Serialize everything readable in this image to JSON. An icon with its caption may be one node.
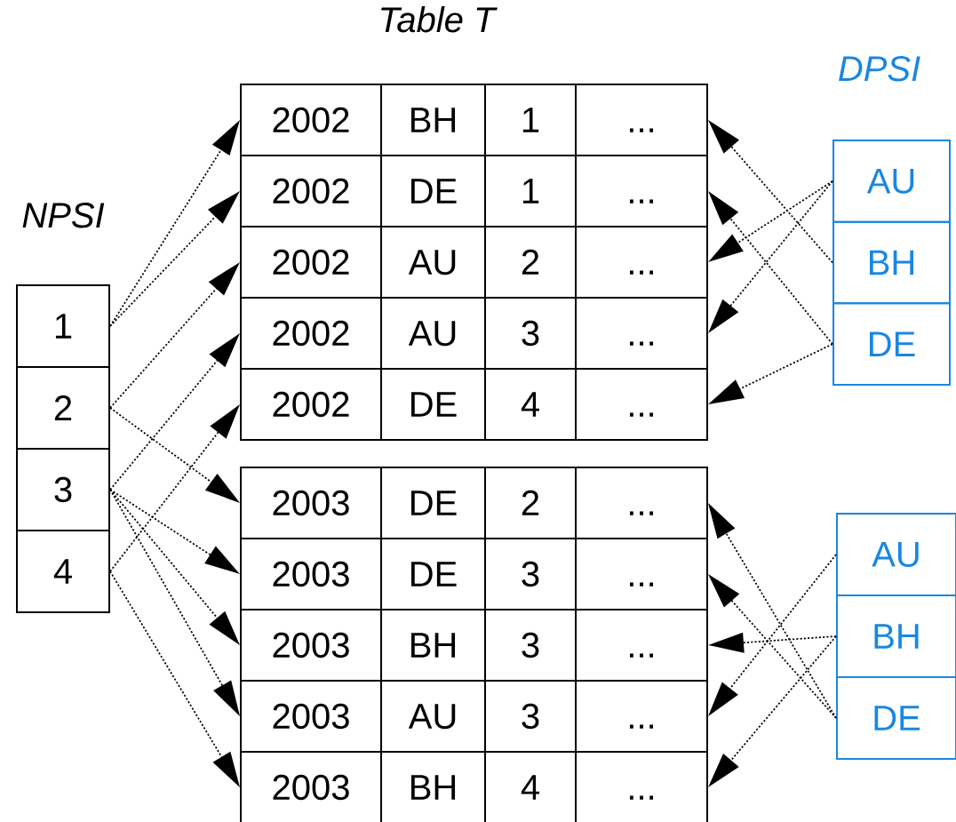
{
  "diagram": {
    "nodes": [
      {
        "text": [
          "NPSI"
        ]
      },
      {
        "text": [
          "1"
        ],
        "in": 0
      },
      {
        "text": [
          "2"
        ],
        "in": 0
      },
      {
        "text": [
          "3"
        ],
        "in": 0
      },
      {
        "text": [
          "4"
        ],
        "in": 0
      },
      {
        "text": [
          "Table T"
        ]
      },
      {
        "text": [
          "2002",
          "BH",
          "1",
          "..."
        ],
        "in": 5
      },
      {
        "text": [
          "2002",
          "DE",
          "1",
          "..."
        ],
        "in": 5
      },
      {
        "text": [
          "2002",
          "AU",
          "2",
          "..."
        ],
        "in": 5
      },
      {
        "text": [
          "2002",
          "AU",
          "3",
          "..."
        ],
        "in": 5
      },
      {
        "text": [
          "2002",
          "DE",
          "4",
          "..."
        ],
        "in": 5
      },
      {
        "text": [
          "2003",
          "DE",
          "2",
          "..."
        ]
      },
      {
        "text": [
          "2003",
          "DE",
          "3",
          "..."
        ]
      },
      {
        "text": [
          "2003",
          "BH",
          "3",
          "..."
        ]
      },
      {
        "text": [
          "2003",
          "AU",
          "3",
          "..."
        ]
      },
      {
        "text": [
          "2003",
          "BH",
          "4",
          "..."
        ]
      },
      {
        "text": [
          "DPSI"
        ]
      },
      {
        "text": [
          "AU"
        ],
        "in": 16
      },
      {
        "text": [
          "BH"
        ],
        "in": 16
      },
      {
        "text": [
          "DE"
        ],
        "in": 16
      },
      {
        "text": [
          "AU"
        ]
      },
      {
        "text": [
          "BH"
        ]
      },
      {
        "text": [
          "DE"
        ]
      }
    ],
    "edges": [
      {
        "from": 1,
        "to": 6,
        "arrow": "to"
      },
      {
        "from": 1,
        "to": 7,
        "arrow": "to"
      },
      {
        "from": 2,
        "to": 8,
        "arrow": "to"
      },
      {
        "from": 2,
        "to": 11,
        "arrow": "to"
      },
      {
        "from": 3,
        "to": 9,
        "arrow": "to"
      },
      {
        "from": 3,
        "to": 12,
        "arrow": "to"
      },
      {
        "from": 3,
        "to": 13,
        "arrow": "to"
      },
      {
        "from": 3,
        "to": 14,
        "arrow": "to"
      },
      {
        "from": 4,
        "to": 10,
        "arrow": "to"
      },
      {
        "from": 4,
        "to": 15,
        "arrow": "to"
      },
      {
        "from": 17,
        "to": 8,
        "arrow": "to"
      },
      {
        "from": 17,
        "to": 9,
        "arrow": "to"
      },
      {
        "from": 18,
        "to": 6,
        "arrow": "to"
      },
      {
        "from": 19,
        "to": 7,
        "arrow": "to"
      },
      {
        "from": 19,
        "to": 10,
        "arrow": "to"
      },
      {
        "from": 20,
        "to": 14,
        "arrow": "to"
      },
      {
        "from": 21,
        "to": 13,
        "arrow": "to"
      },
      {
        "from": 21,
        "to": 15,
        "arrow": "to"
      },
      {
        "from": 22,
        "to": 11,
        "arrow": "to"
      },
      {
        "from": 22,
        "to": 12,
        "arrow": "to"
      }
    ]
  }
}
